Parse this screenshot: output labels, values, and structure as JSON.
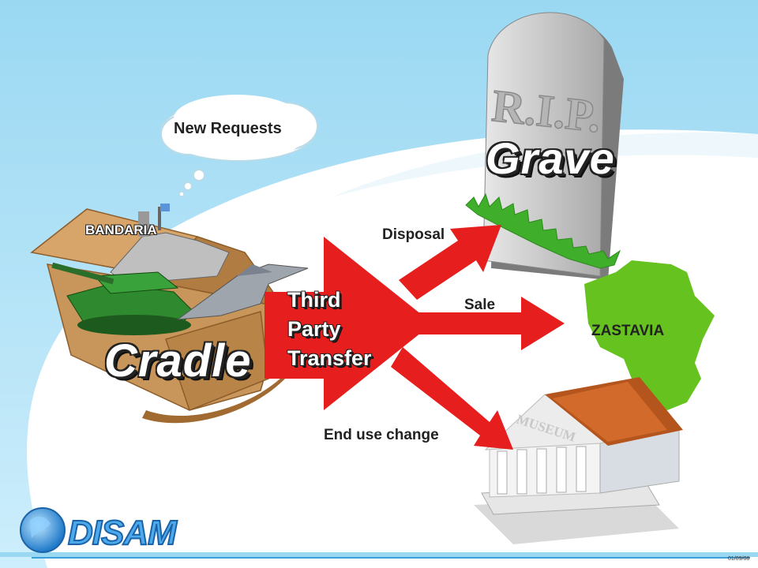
{
  "diagram": {
    "cradle_label": "Cradle",
    "grave_label": "Grave",
    "tombstone_text": "R.I.P.",
    "country_left": "BANDARIA",
    "country_right": "ZASTAVIA",
    "thought_bubble": "New Requests",
    "transfer_lines": [
      "Third",
      "Party",
      "Transfer"
    ],
    "arrows": {
      "disposal": "Disposal",
      "sale": "Sale",
      "end_use": "End use change"
    },
    "museum_text": "MUSEUM"
  },
  "footer": {
    "logo_text": "DISAM",
    "date": "01/09/08"
  },
  "colors": {
    "arrow_red": "#e61e1e",
    "sky_top": "#9ad8f2",
    "cradle_tan": "#c8965a",
    "country_green": "#66c21f",
    "logo_blue": "#2a8fd8",
    "tomb_gray": "#c9c9c9"
  }
}
